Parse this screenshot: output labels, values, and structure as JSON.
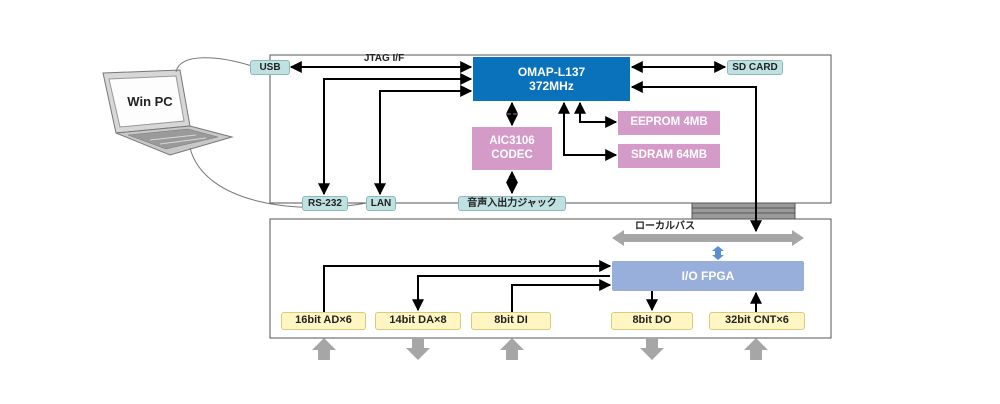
{
  "pc": {
    "label": "Win PC"
  },
  "jtag": {
    "label": "JTAG I/F"
  },
  "ports": {
    "usb": "USB",
    "sd_card": "SD CARD",
    "rs232": "RS-232",
    "lan": "LAN",
    "audio_jack": "音声入出力ジャック"
  },
  "cpu": {
    "name": "OMAP-L137",
    "clock": "372MHz"
  },
  "memory": {
    "eeprom": "EEPROM  4MB",
    "sdram": "SDRAM  64MB"
  },
  "codec": {
    "name": "AIC3106",
    "type": "CODEC"
  },
  "local_bus": {
    "label": "ローカルバス"
  },
  "fpga": {
    "label": "I/O  FPGA"
  },
  "io": {
    "ad": "16bit AD×6",
    "da": "14bit DA×8",
    "di": "8bit DI",
    "do": "8bit DO",
    "cnt": "32bit CNT×6"
  },
  "colors": {
    "cpu": "#0a72bb",
    "pink_block": "#d49ac8",
    "fpga": "#98aedb",
    "port": "#bfe1e1",
    "io_box": "#fff6c3",
    "gray_arrow": "#a6a6a6"
  }
}
